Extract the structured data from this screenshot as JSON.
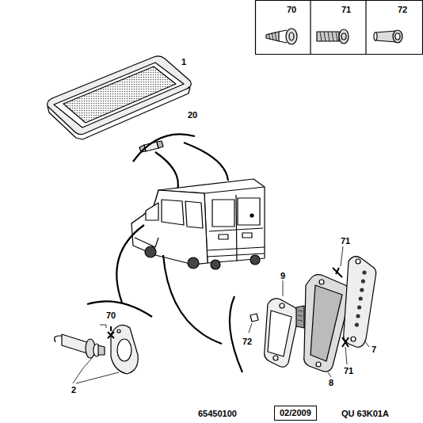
{
  "diagram": {
    "nodes": [
      {
        "text": [
          "70",
          "71",
          "72"
        ]
      },
      {
        "text": [
          "02/2009"
        ]
      }
    ],
    "labels": [
      "1",
      "20",
      "71",
      "9",
      "70",
      "72",
      "71",
      "7",
      "8",
      "2",
      "65450100",
      "QU 63K01A"
    ]
  }
}
